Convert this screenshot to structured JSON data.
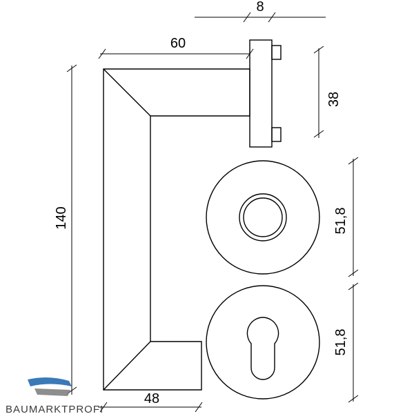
{
  "dimensions": {
    "rose_thickness": "8",
    "handle_length": "60",
    "rose_height": "38",
    "total_height": "140",
    "rose_diameter_top": "51,8",
    "rose_diameter_bottom": "51,8",
    "handle_width_bottom": "48"
  },
  "watermark": {
    "text": "BAUMARKTPROFI"
  },
  "colors": {
    "line": "#000000",
    "background": "#ffffff",
    "logo_blue": "#3a7ab8",
    "logo_gray": "#7a7a7a"
  }
}
